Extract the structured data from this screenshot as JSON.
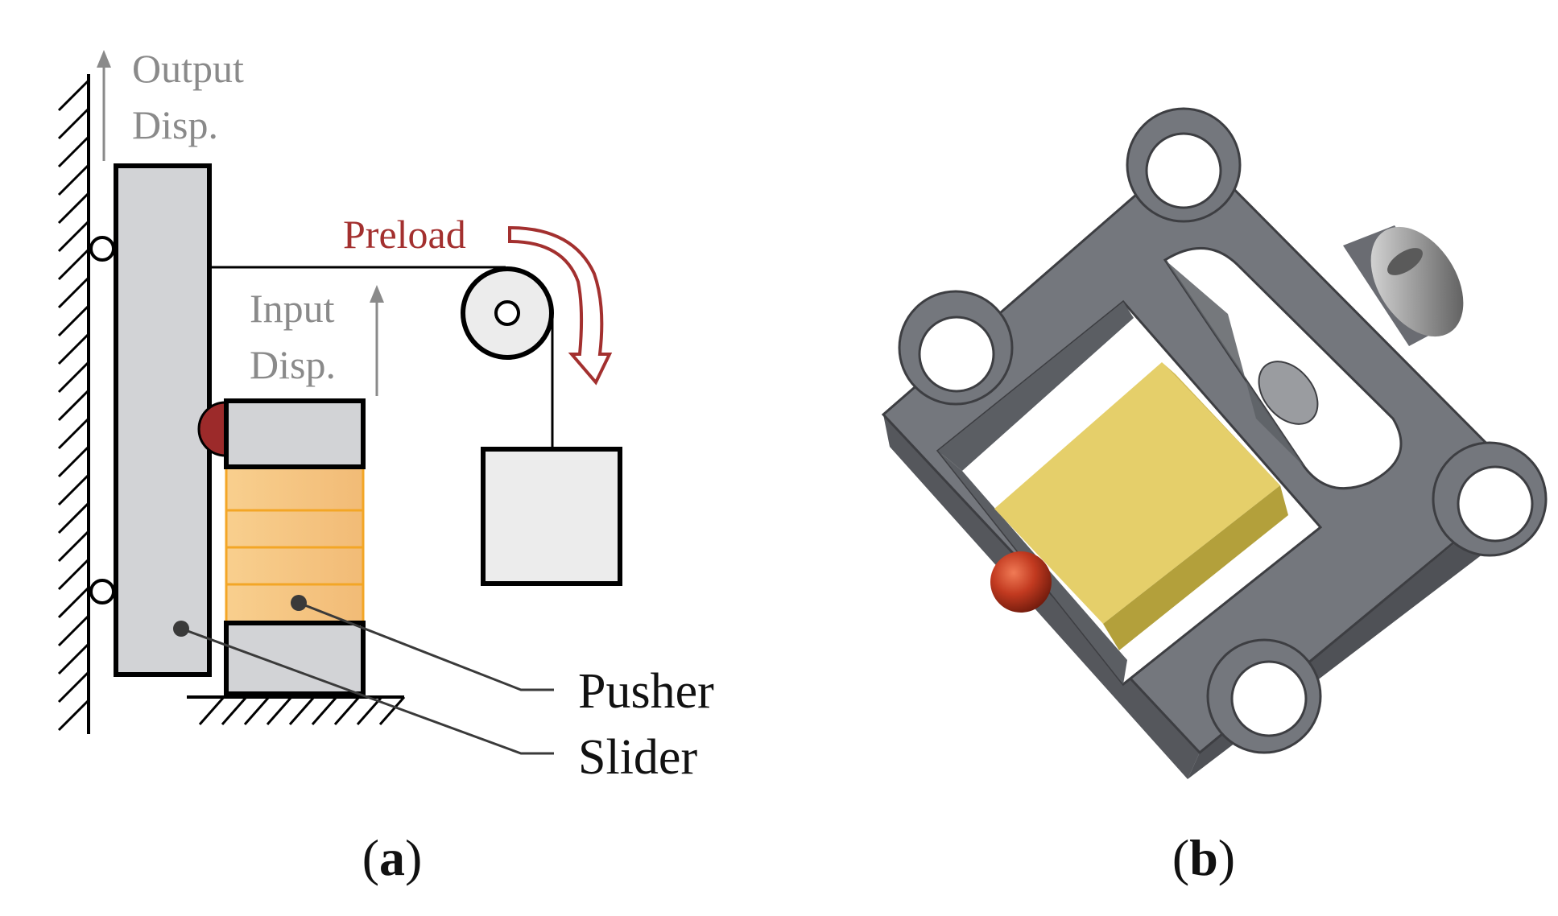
{
  "panel_a": {
    "output_disp_line1": "Output",
    "output_disp_line2": "Disp.",
    "preload": "Preload",
    "input_disp_line1": "Input",
    "input_disp_line2": "Disp.",
    "pusher": "Pusher",
    "slider": "Slider",
    "caption_open": "(",
    "caption_letter": "a",
    "caption_close": ")"
  },
  "panel_b": {
    "caption_open": "(",
    "caption_letter": "b",
    "caption_close": ")"
  },
  "colors": {
    "gray_label": "#8a8a8a",
    "preload_red": "#a3302f",
    "piezo_orange": "#f4c27d",
    "body_gray": "#696c72",
    "block_yellow": "#e5cf6a",
    "ball_red": "#b02a18"
  }
}
